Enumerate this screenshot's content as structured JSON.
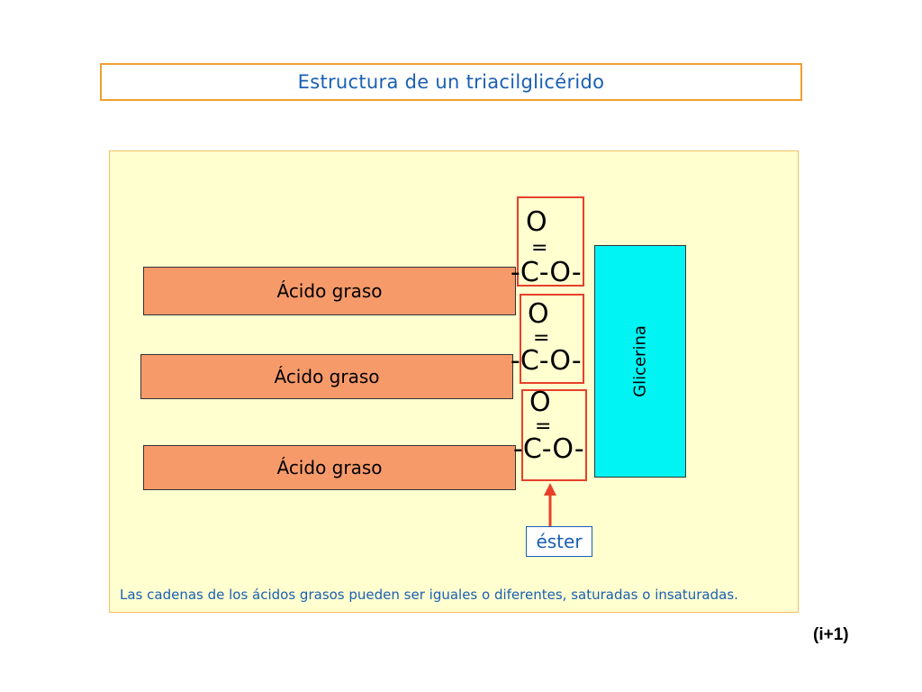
{
  "title": "Estructura de un triacilglicérido",
  "acido_graso_labels": [
    "Ácido graso",
    "Ácido graso",
    "Ácido graso"
  ],
  "glicerina_label": "Glicerina",
  "ester_groups": [
    {
      "oxygen_top": "O",
      "double_bond": "=",
      "chain": "-C-O-"
    },
    {
      "oxygen_top": "O",
      "double_bond": "=",
      "chain": "-C-O-"
    },
    {
      "oxygen_top": "O",
      "double_bond": "=",
      "chain": "-C-O-"
    }
  ],
  "ester_label": "éster",
  "footnote": "Las cadenas de los ácidos grasos pueden ser iguales o diferentes, saturadas o insaturadas.",
  "page_number": "(i+1)",
  "colors": {
    "title_text": "#1a5fb4",
    "title_border": "#f0a030",
    "panel_bg": "#ffffd0",
    "fatty_acid": "#f79a6a",
    "glicerina": "#00f4f4",
    "ester_highlight": "#e8402a"
  }
}
